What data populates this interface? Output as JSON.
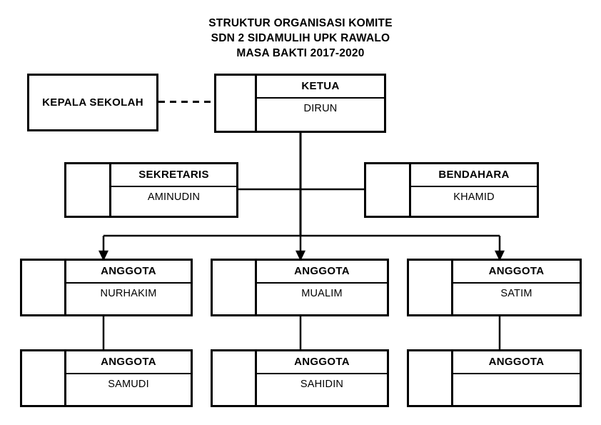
{
  "title": {
    "line1": "STRUKTUR ORGANISASI KOMITE",
    "line2": "SDN 2 SIDAMULIH UPK RAWALO",
    "line3": "MASA BAKTI 2017-2020"
  },
  "colors": {
    "background": "#ffffff",
    "line": "#000000",
    "text": "#000000"
  },
  "nodes": {
    "kepala_sekolah": {
      "label": "KEPALA SEKOLAH",
      "role": "KEPALA SEKOLAH",
      "name": ""
    },
    "ketua": {
      "role": "KETUA",
      "name": "DIRUN"
    },
    "sekretaris": {
      "role": "SEKRETARIS",
      "name": "AMINUDIN"
    },
    "bendahara": {
      "role": "BENDAHARA",
      "name": "KHAMID"
    },
    "anggota_1": {
      "role": "ANGGOTA",
      "name": "NURHAKIM"
    },
    "anggota_2": {
      "role": "ANGGOTA",
      "name": "MUALIM"
    },
    "anggota_3": {
      "role": "ANGGOTA",
      "name": "SATIM"
    },
    "anggota_4": {
      "role": "ANGGOTA",
      "name": "SAMUDI"
    },
    "anggota_5": {
      "role": "ANGGOTA",
      "name": "SAHIDIN"
    },
    "anggota_6": {
      "role": "ANGGOTA",
      "name": ""
    }
  },
  "connections": {
    "kepala_to_ketua_style": "dashed",
    "ketua_to_officers_style": "solid",
    "officers_to_anggota_style": "solid-arrow",
    "anggota_to_anggota_style": "solid"
  }
}
